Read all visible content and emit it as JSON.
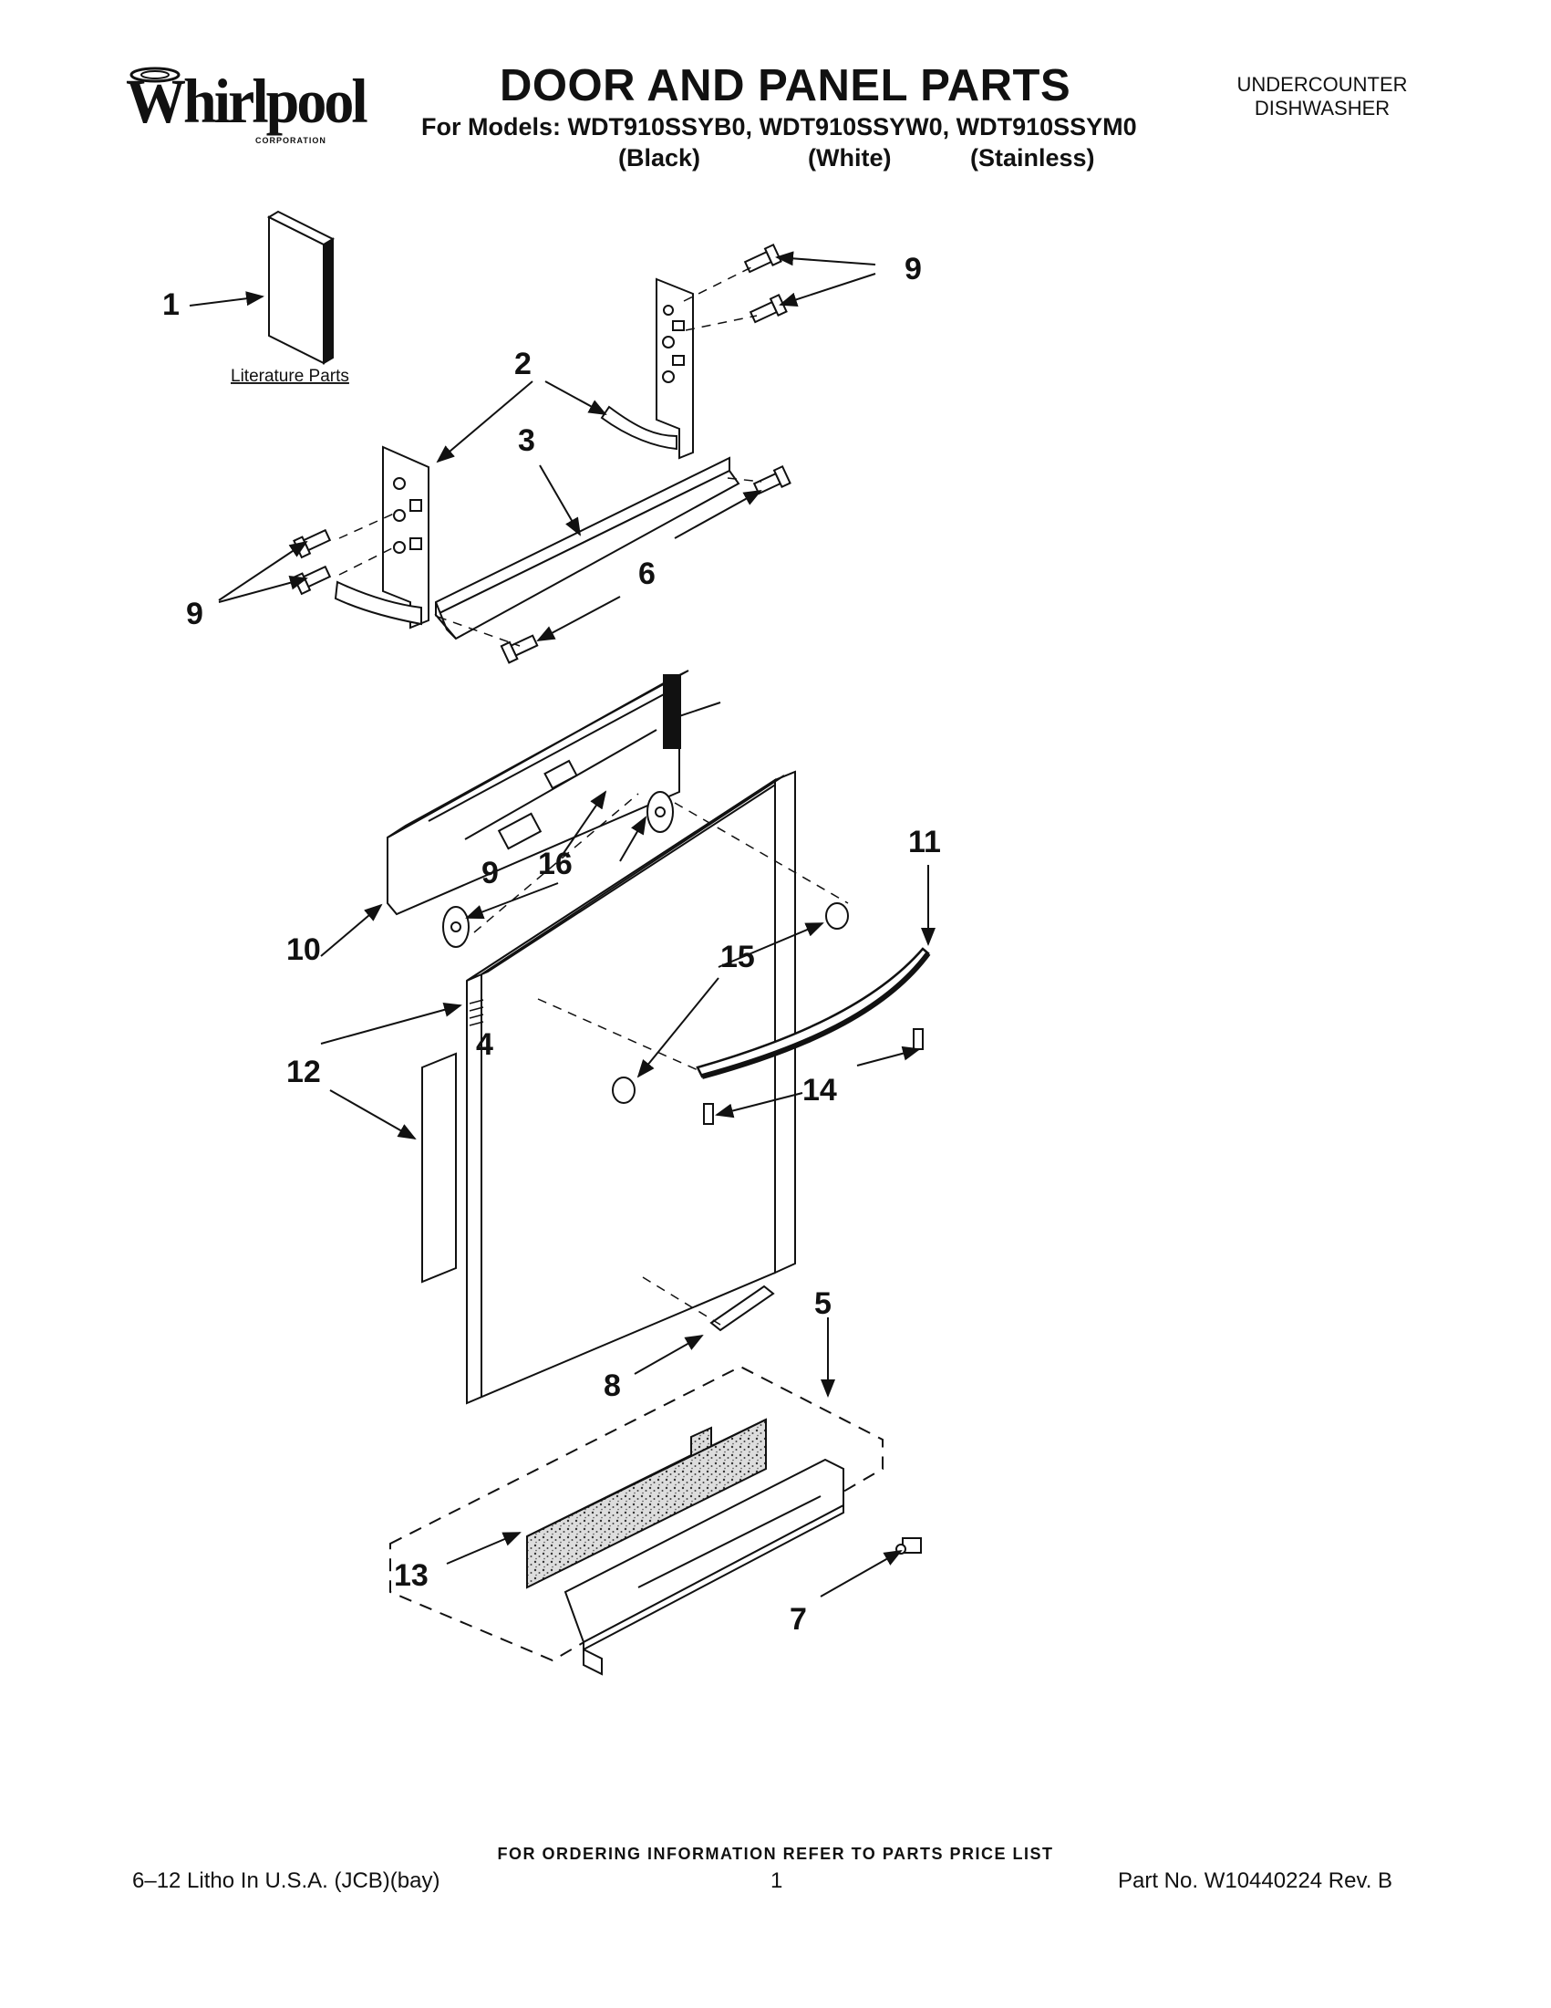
{
  "brand": {
    "name": "Whirlpool",
    "sub": "CORPORATION"
  },
  "header": {
    "title": "DOOR AND PANEL PARTS",
    "models_line": "For Models: WDT910SSYB0, WDT910SSYW0, WDT910SSYM0",
    "variants": [
      "(Black)",
      "(White)",
      "(Stainless)"
    ],
    "product_type": [
      "UNDERCOUNTER",
      "DISHWASHER"
    ]
  },
  "diagram": {
    "literature_label": "Literature Parts",
    "callouts": [
      "1",
      "2",
      "3",
      "4",
      "5",
      "6",
      "7",
      "8",
      "9",
      "9",
      "9",
      "10",
      "11",
      "12",
      "13",
      "14",
      "15",
      "16"
    ]
  },
  "footer": {
    "ordering": "FOR ORDERING INFORMATION REFER TO PARTS PRICE LIST",
    "litho": "6–12 Litho In U.S.A. (JCB)(bay)",
    "page": "1",
    "part_no": "Part No. W10440224 Rev. B"
  }
}
